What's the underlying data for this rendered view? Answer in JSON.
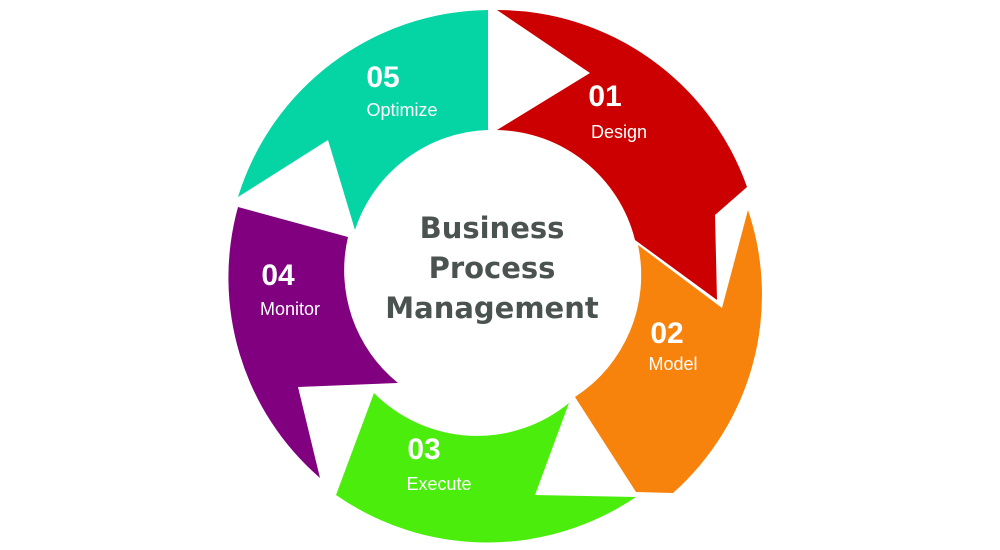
{
  "diagram": {
    "center": {
      "lines": [
        "Business",
        "Process",
        "Management"
      ]
    },
    "segments": [
      {
        "number": "01",
        "label": "Design",
        "color": "#cc0000"
      },
      {
        "number": "02",
        "label": "Model",
        "color": "#f7820c"
      },
      {
        "number": "03",
        "label": "Execute",
        "color": "#4bed0c"
      },
      {
        "number": "04",
        "label": "Monitor",
        "color": "#800080"
      },
      {
        "number": "05",
        "label": "Optimize",
        "color": "#05d4a5"
      }
    ]
  }
}
